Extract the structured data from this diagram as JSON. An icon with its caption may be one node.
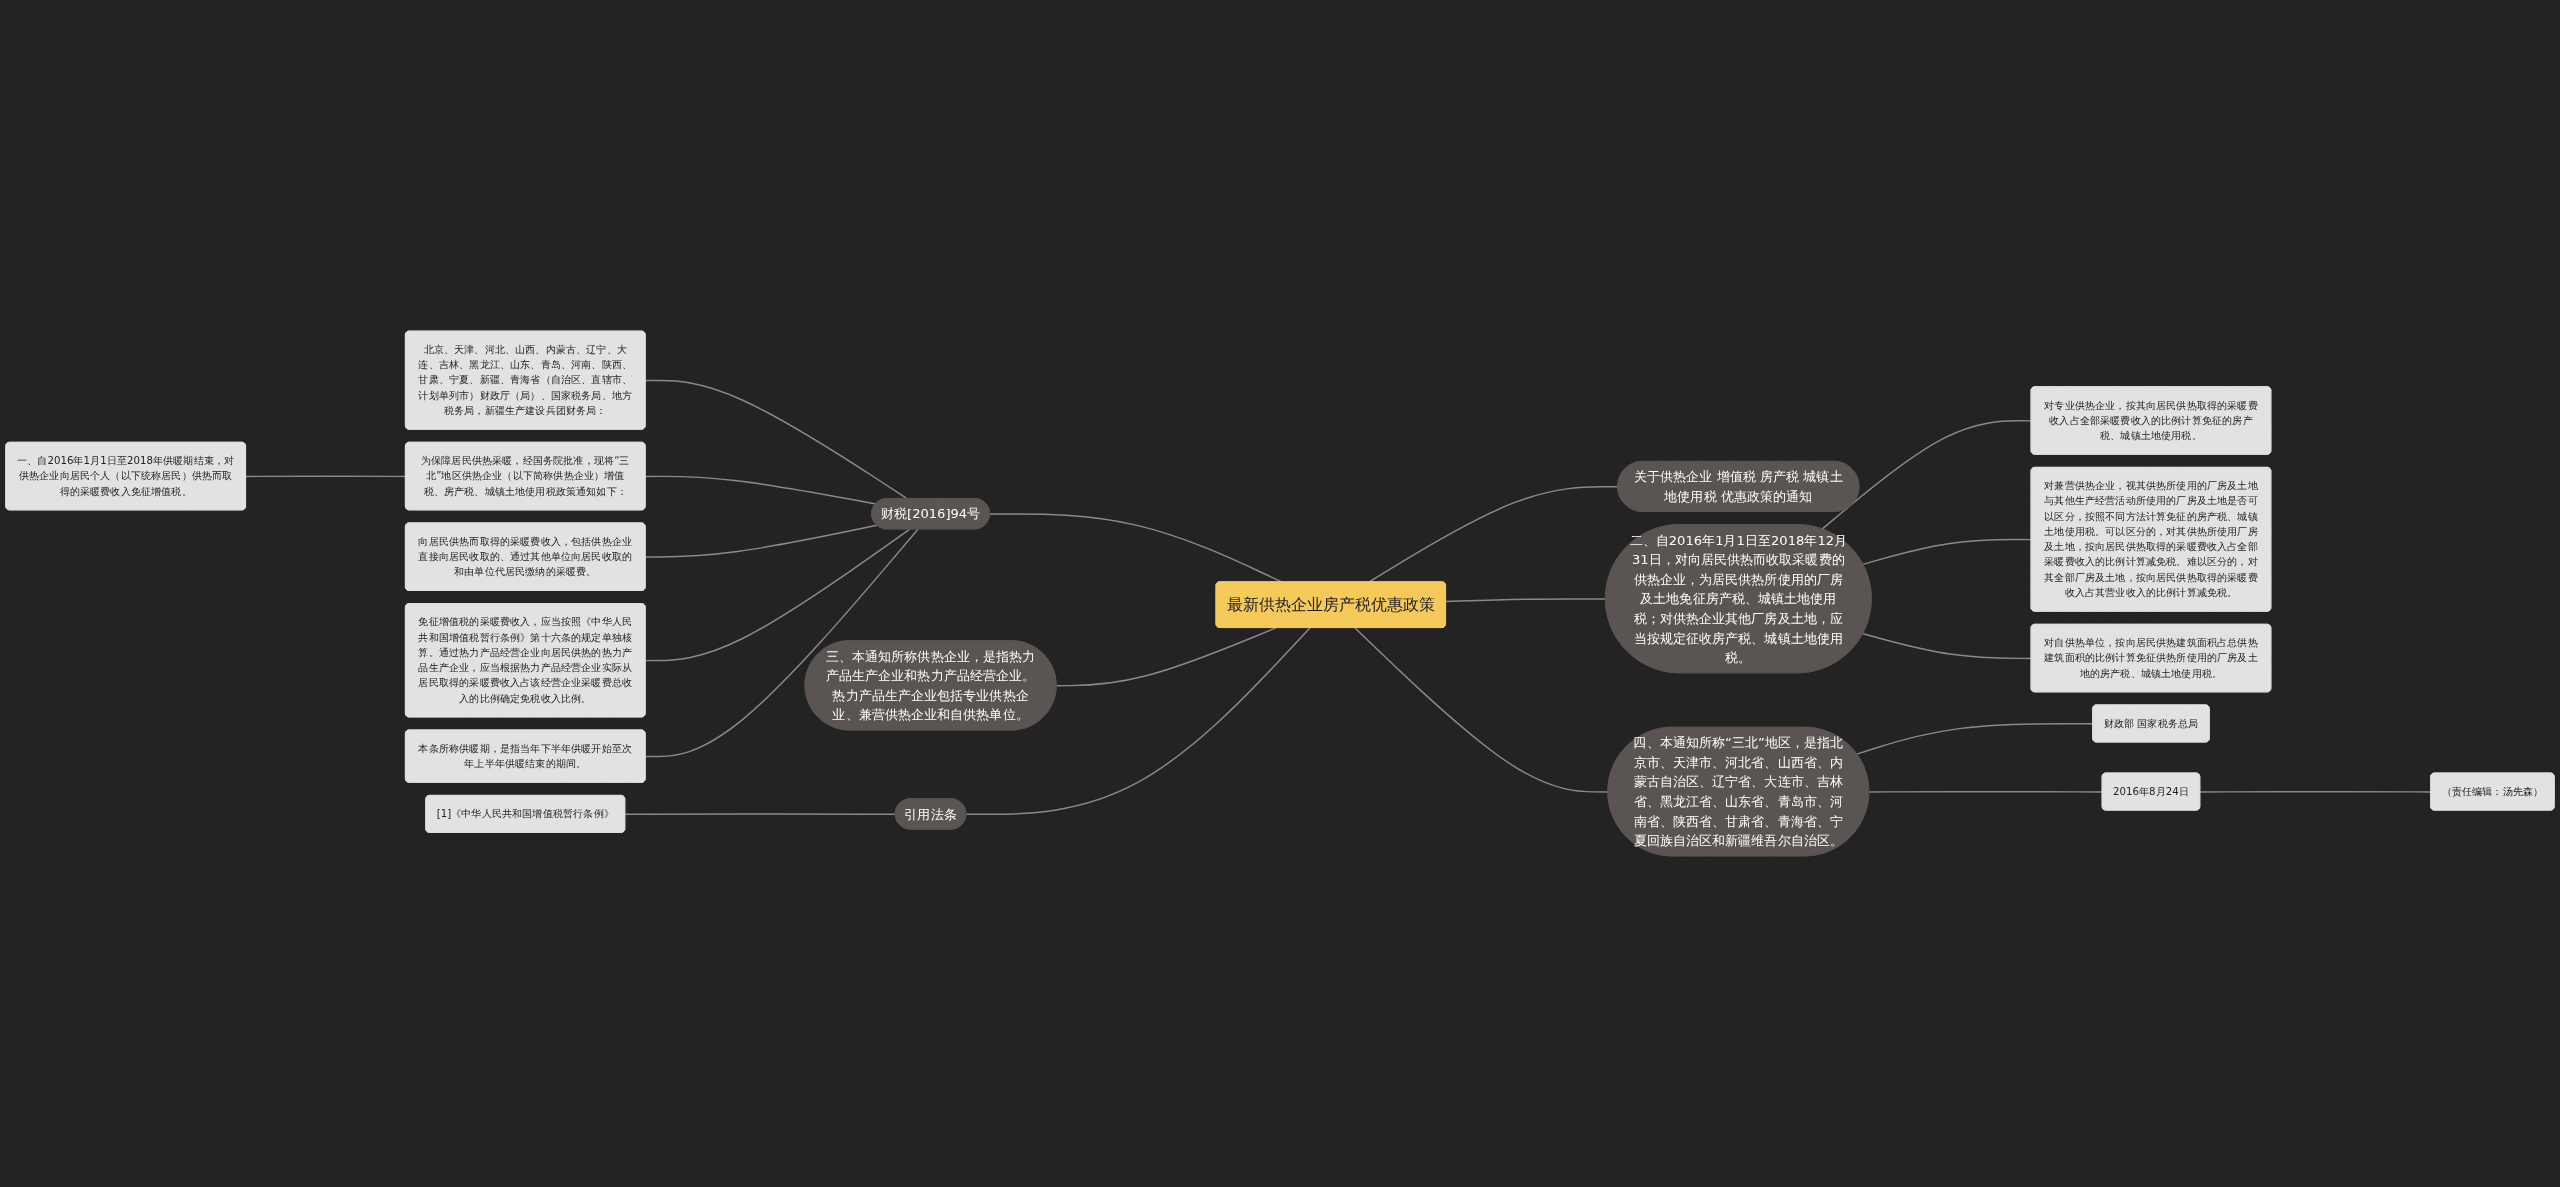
{
  "diagram": {
    "nodes": [
      {
        "text": [
          "最新供热企业房产税优惠政策"
        ]
      },
      {
        "text": [
          "财税[2016]94号"
        ]
      },
      {
        "text": [
          "北京、天津、河北、山西、内蒙古、辽宁、大连、吉林、黑龙江、山东、青岛、河南、陕西、甘肃、宁夏、新疆、青海省（自治区、直辖市、计划单列市）财政厅（局）、国家税务局、地方税务局，新疆生产建设兵团财务局："
        ]
      },
      {
        "text": [
          "为保障居民供热采暖，经国务院批准，现将“三北”地区供热企业（以下简称供热企业）增值税、房产税、城镇土地使用税政策通知如下："
        ]
      },
      {
        "text": [
          "一、自2016年1月1日至2018年供暖期结束，对供热企业向居民个人（以下统称居民）供热而取得的采暖费收入免征增值税。"
        ]
      },
      {
        "text": [
          "向居民供热而取得的采暖费收入，包括供热企业直接向居民收取的、通过其他单位向居民收取的和由单位代居民缴纳的采暖费。"
        ]
      },
      {
        "text": [
          "免征增值税的采暖费收入，应当按照《中华人民共和国增值税暂行条例》第十六条的规定单独核算。通过热力产品经营企业向居民供热的热力产品生产企业，应当根据热力产品经营企业实际从居民取得的采暖费收入占该经营企业采暖费总收入的比例确定免税收入比例。"
        ]
      },
      {
        "text": [
          "本条所称供暖期，是指当年下半年供暖开始至次年上半年供暖结束的期间。"
        ]
      },
      {
        "text": [
          "三、本通知所称供热企业，是指热力产品生产企业和热力产品经营企业。热力产品生产企业包括专业供热企业、兼营供热企业和自供热单位。"
        ]
      },
      {
        "text": [
          "引用法条"
        ]
      },
      {
        "text": [
          "[1]《中华人民共和国增值税暂行条例》"
        ]
      },
      {
        "text": [
          "关于供热企业 增值税 房产税 城镇土地使用税 优惠政策的通知"
        ]
      },
      {
        "text": [
          "二、自2016年1月1日至2018年12月31日，对向居民供热而收取采暖费的供热企业，为居民供热所使用的厂房及土地免征房产税、城镇土地使用税；对供热企业其他厂房及土地，应当按规定征收房产税、城镇土地使用税。"
        ]
      },
      {
        "text": [
          "对专业供热企业，按其向居民供热取得的采暖费收入占全部采暖费收入的比例计算免征的房产税、城镇土地使用税。"
        ]
      },
      {
        "text": [
          "对兼营供热企业，视其供热所使用的厂房及土地与其他生产经营活动所使用的厂房及土地是否可以区分，按照不同方法计算免征的房产税、城镇土地使用税。可以区分的，对其供热所使用厂房及土地，按向居民供热取得的采暖费收入占全部采暖费收入的比例计算减免税。难以区分的，对其全部厂房及土地，按向居民供热取得的采暖费收入占其营业收入的比例计算减免税。"
        ]
      },
      {
        "text": [
          "对自供热单位，按向居民供热建筑面积占总供热建筑面积的比例计算免征供热所使用的厂房及土地的房产税、城镇土地使用税。"
        ]
      },
      {
        "text": [
          "四、本通知所称“三北”地区，是指北京市、天津市、河北省、山西省、内蒙古自治区、辽宁省、大连市、吉林省、黑龙江省、山东省、青岛市、河南省、陕西省、甘肃省、青海省、宁夏回族自治区和新疆维吾尔自治区。"
        ]
      },
      {
        "text": [
          "财政部 国家税务总局"
        ]
      },
      {
        "text": [
          "2016年8月24日"
        ]
      },
      {
        "text": [
          "（责任编辑：汤先森）"
        ]
      }
    ],
    "edges": [
      {
        "from": 0,
        "to": 1,
        "arrow": "none"
      },
      {
        "from": 1,
        "to": 2,
        "arrow": "none"
      },
      {
        "from": 1,
        "to": 3,
        "arrow": "none"
      },
      {
        "from": 3,
        "to": 4,
        "arrow": "none"
      },
      {
        "from": 1,
        "to": 5,
        "arrow": "none"
      },
      {
        "from": 1,
        "to": 6,
        "arrow": "none"
      },
      {
        "from": 1,
        "to": 7,
        "arrow": "none"
      },
      {
        "from": 0,
        "to": 8,
        "arrow": "none"
      },
      {
        "from": 0,
        "to": 9,
        "arrow": "none"
      },
      {
        "from": 9,
        "to": 10,
        "arrow": "none"
      },
      {
        "from": 0,
        "to": 11,
        "arrow": "none"
      },
      {
        "from": 0,
        "to": 12,
        "arrow": "none"
      },
      {
        "from": 12,
        "to": 13,
        "arrow": "none"
      },
      {
        "from": 12,
        "to": 14,
        "arrow": "none"
      },
      {
        "from": 12,
        "to": 15,
        "arrow": "none"
      },
      {
        "from": 0,
        "to": 16,
        "arrow": "none"
      },
      {
        "from": 16,
        "to": 17,
        "arrow": "none"
      },
      {
        "from": 16,
        "to": 18,
        "arrow": "none"
      },
      {
        "from": 18,
        "to": 19,
        "arrow": "none"
      }
    ]
  }
}
